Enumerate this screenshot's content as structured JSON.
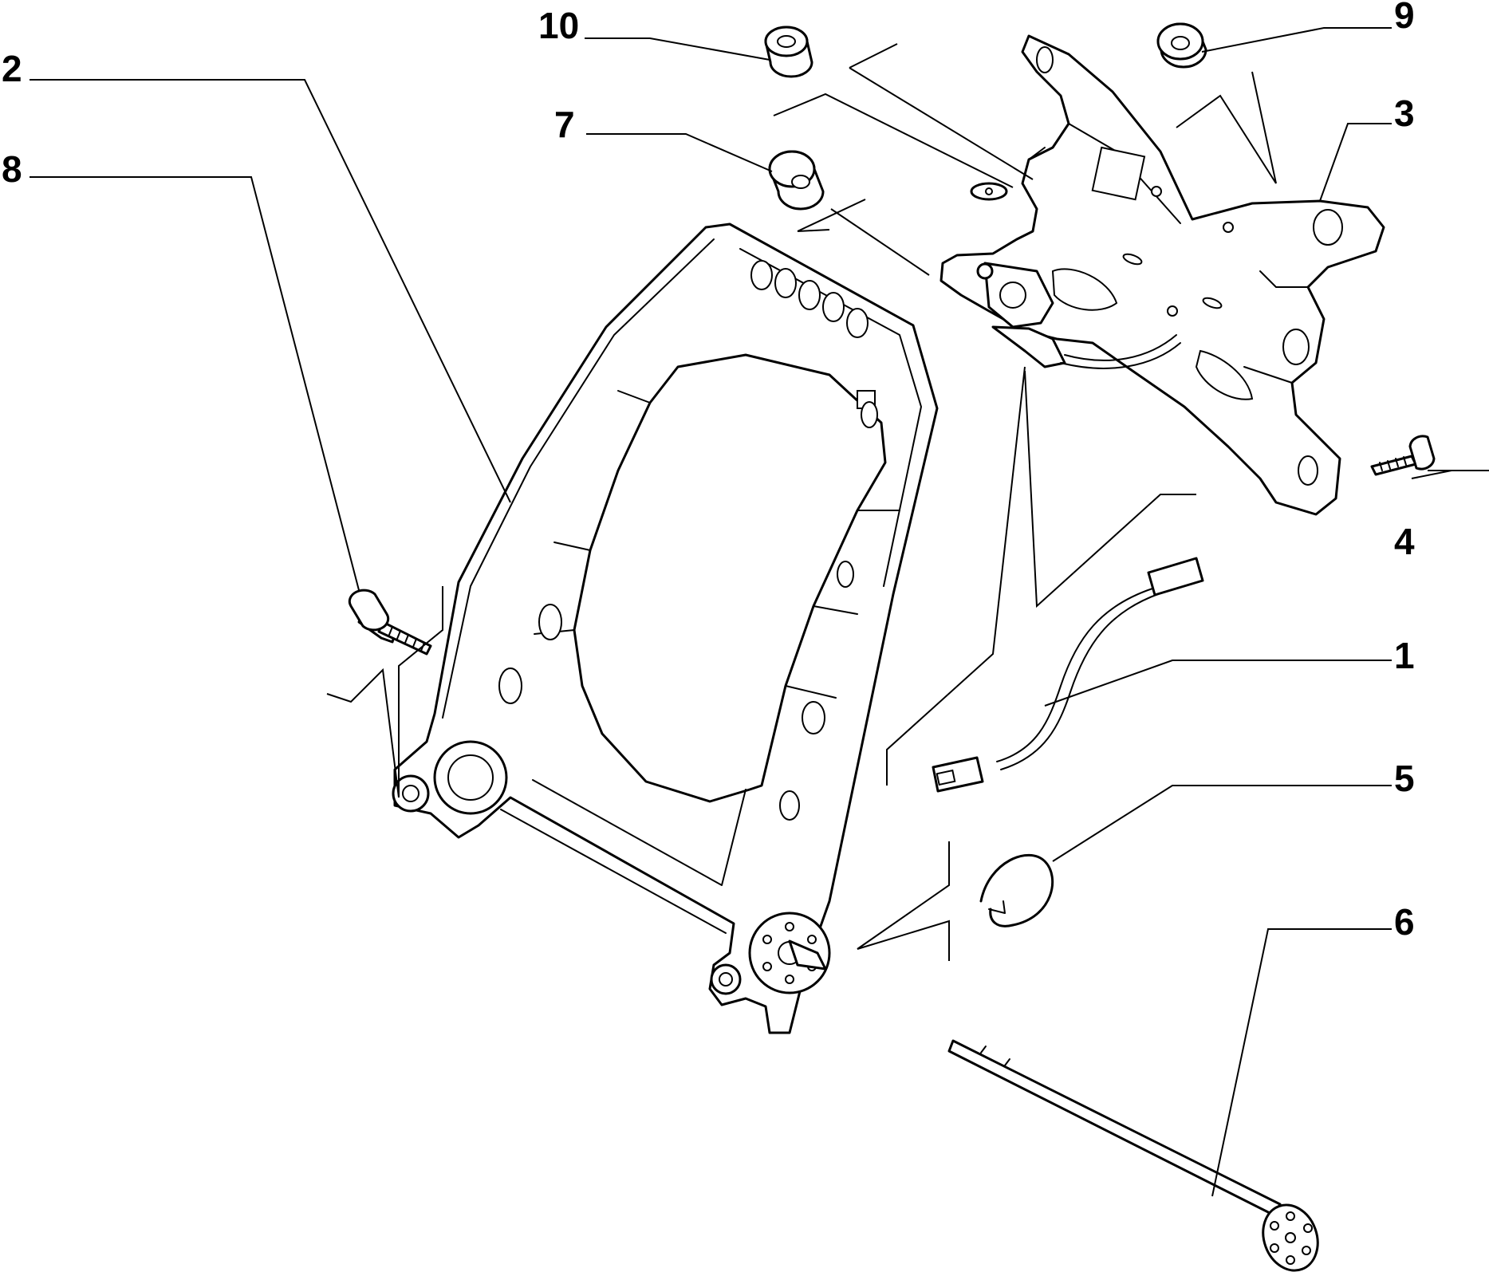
{
  "callouts": [
    "10",
    "9",
    "2",
    "3",
    "7",
    "8",
    "4",
    "1",
    "5",
    "6"
  ],
  "colors": {
    "line": "#000000",
    "background": "#ffffff"
  }
}
